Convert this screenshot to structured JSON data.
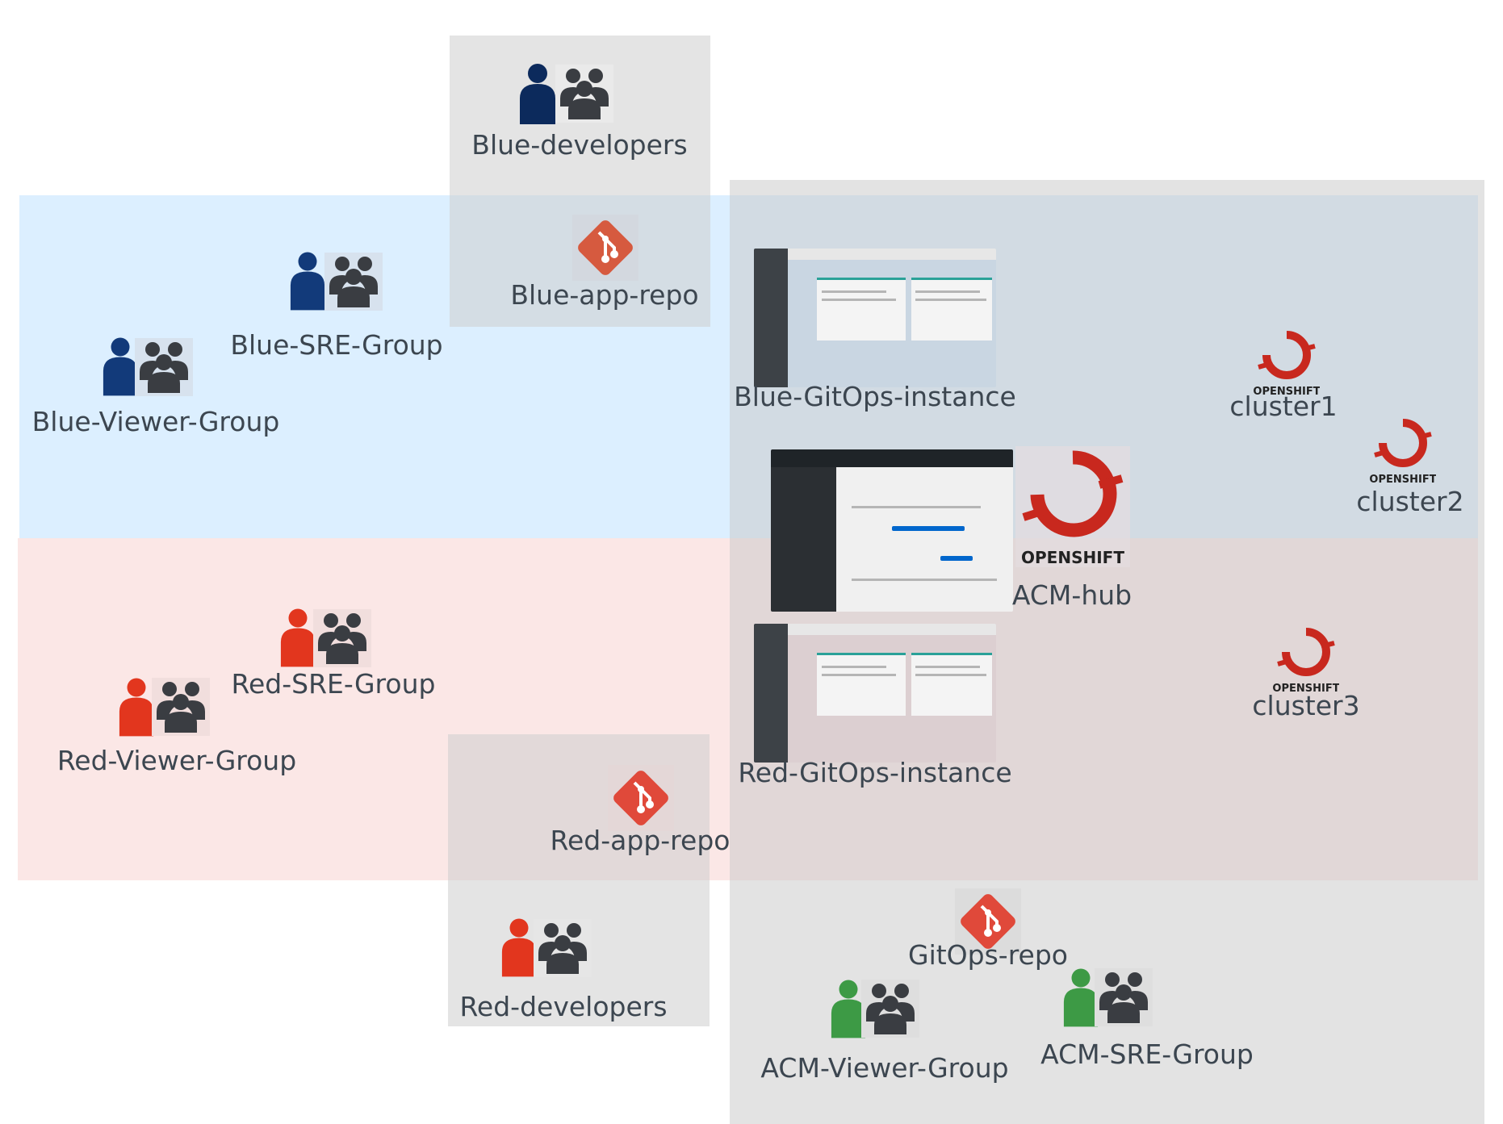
{
  "colors": {
    "blue_band": "#dcefff",
    "red_band": "#fbe7e6",
    "gray_zone": "#e3e3e3",
    "blue_person": "#0c2a5c",
    "red_person": "#e2361e",
    "green_person": "#3d9a45",
    "group_people": "#3a3d42",
    "git": "#d65a3f",
    "openshift": "#c8281e"
  },
  "groups": {
    "blue_developers": "Blue-developers",
    "blue_sre": "Blue-SRE-Group",
    "blue_viewer": "Blue-Viewer-Group",
    "red_sre": "Red-SRE-Group",
    "red_viewer": "Red-Viewer-Group",
    "red_developers": "Red-developers",
    "acm_viewer": "ACM-Viewer-Group",
    "acm_sre": "ACM-SRE-Group"
  },
  "repos": {
    "blue_app": "Blue-app-repo",
    "red_app": "Red-app-repo",
    "gitops": "GitOps-repo"
  },
  "instances": {
    "blue_gitops": "Blue-GitOps-instance",
    "red_gitops": "Red-GitOps-instance",
    "acm_hub": "ACM-hub"
  },
  "clusters": {
    "cluster1": "cluster1",
    "cluster2": "cluster2",
    "cluster3": "cluster3",
    "openshift_wordmark": "OPENSHIFT"
  },
  "icons": {
    "person": "person-icon",
    "group": "group-icon",
    "git": "git-icon",
    "openshift": "openshift-icon",
    "argocd_screenshot": "gitops-console-thumbnail",
    "acm_screenshot": "acm-console-thumbnail"
  }
}
